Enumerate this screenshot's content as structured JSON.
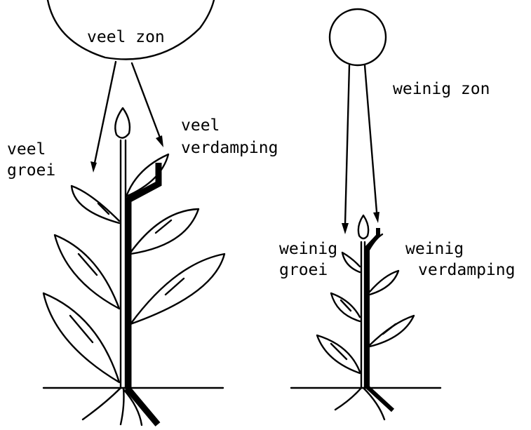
{
  "left_plant": {
    "sun_label": "veel zon",
    "growth_label_line1": "veel",
    "growth_label_line2": "groei",
    "evaporation_label_line1": "veel",
    "evaporation_label_line2": "verdamping"
  },
  "right_plant": {
    "sun_label": "weinig zon",
    "growth_label_line1": "weinig",
    "growth_label_line2": "groei",
    "evaporation_label_line1": "weinig",
    "evaporation_label_line2": "verdamping"
  }
}
